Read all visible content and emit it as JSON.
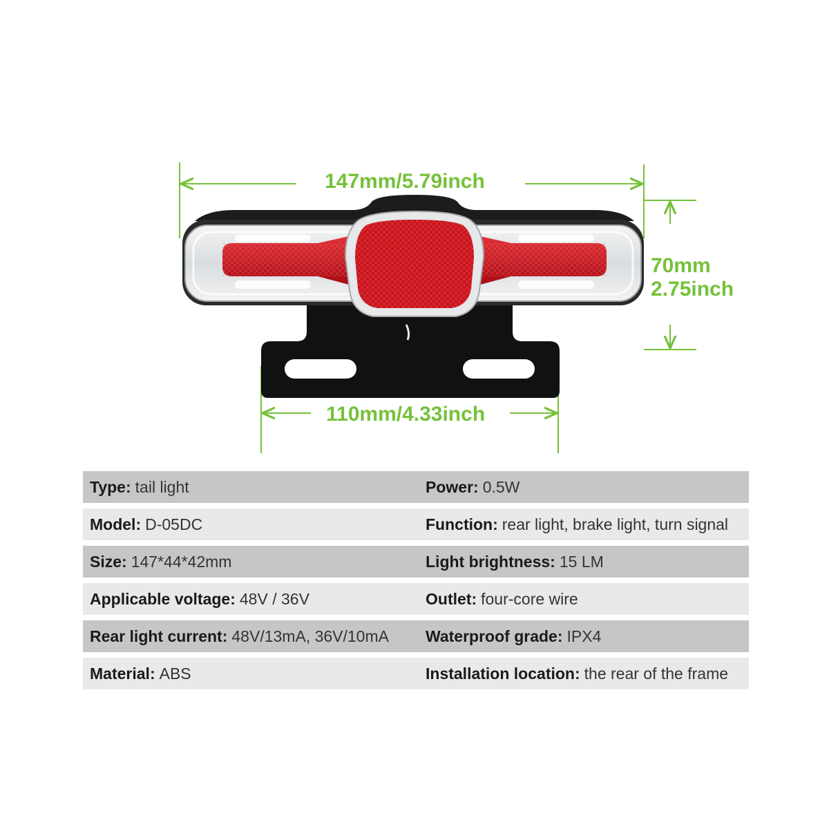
{
  "colors": {
    "dimension_green": "#76c13a",
    "lens_red": "#c8141c",
    "bracket_black": "#111111",
    "row_dark": "#c6c6c6",
    "row_light": "#e9e9e9"
  },
  "dimensions": {
    "width": "147mm/5.79inch",
    "height_mm": "70mm",
    "height_inch": "2.75inch",
    "bracket_width": "110mm/4.33inch"
  },
  "specs": [
    {
      "left_key": "Type",
      "left_value": "tail light",
      "right_key": "Power",
      "right_value": "0.5W"
    },
    {
      "left_key": "Model",
      "left_value": "D-05DC",
      "right_key": "Function",
      "right_value": "rear light, brake light, turn signal"
    },
    {
      "left_key": "Size",
      "left_value": "147*44*42mm",
      "right_key": "Light brightness",
      "right_value": "15 LM"
    },
    {
      "left_key": "Applicable voltage",
      "left_value": "48V / 36V",
      "right_key": "Outlet",
      "right_value": "four-core wire"
    },
    {
      "left_key": "Rear light current",
      "left_value": "48V/13mA, 36V/10mA",
      "right_key": "Waterproof grade",
      "right_value": "IPX4"
    },
    {
      "left_key": "Material",
      "left_value": "ABS",
      "right_key": "Installation location",
      "right_value": "the rear of the frame"
    }
  ]
}
